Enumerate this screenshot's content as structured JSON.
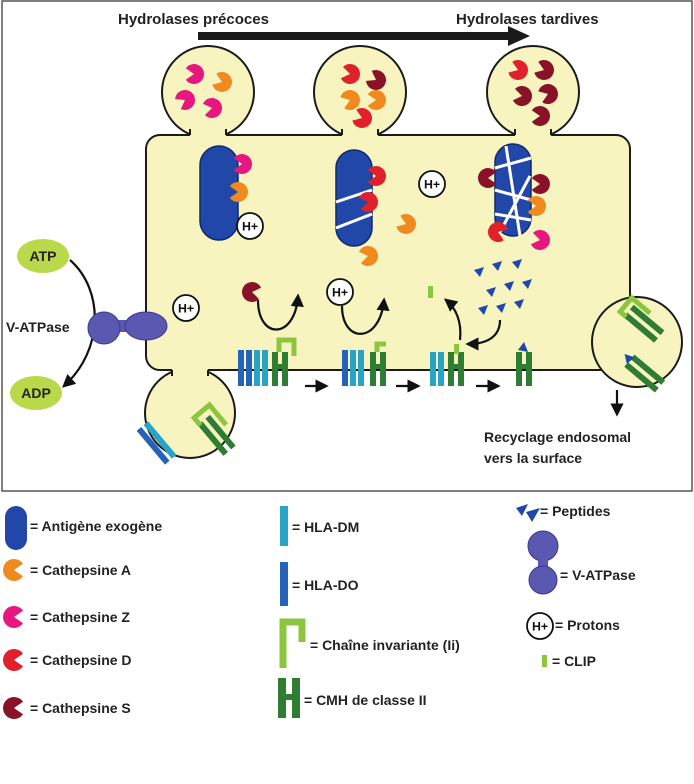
{
  "header": {
    "early_label": "Hydrolases précoces",
    "late_label": "Hydrolases tardives"
  },
  "pump": {
    "atp_label": "ATP",
    "adp_label": "ADP",
    "vatpase_label": "V-ATPase"
  },
  "proton_symbol": "H+",
  "recycling": {
    "line1": "Recyclage endosomal",
    "line2": "vers la surface"
  },
  "legend": {
    "antigen": "= Antigène exogène",
    "cathepsin_a": "= Cathepsine A",
    "cathepsin_z": "= Cathepsine Z",
    "cathepsin_d": "= Cathepsine D",
    "cathepsin_s": "= Cathepsine S",
    "hla_dm": "= HLA-DM",
    "hla_do": "= HLA-DO",
    "invariant_chain": "= Chaîne invariante (Ii)",
    "mhc_ii": "= CMH de classe II",
    "peptides": "= Peptides",
    "vatpase": "= V-ATPase",
    "protons": "= Protons",
    "clip": "= CLIP"
  },
  "colors": {
    "cytoplasm": "#f7f4c0",
    "antigen": "#2148a8",
    "cathepsin_a": "#f08a1e",
    "cathepsin_z": "#e8177f",
    "cathepsin_d": "#e0202a",
    "cathepsin_s": "#8a1228",
    "hla_dm": "#29a3c6",
    "hla_do": "#2563b8",
    "invariant_chain": "#8cc63f",
    "mhc_ii": "#2e7d32",
    "atp_bubble": "#b9d94a",
    "vatpase": "#5a58b0"
  }
}
